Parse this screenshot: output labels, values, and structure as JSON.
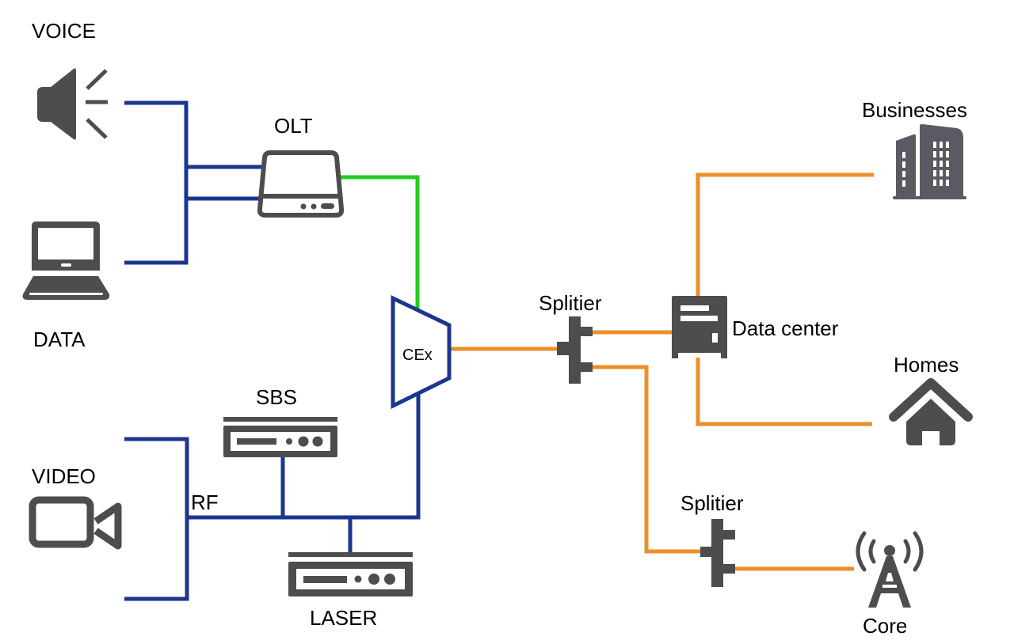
{
  "diagram": {
    "title": "",
    "nodes": {
      "voice": {
        "label": "VOICE",
        "icon": "speaker-icon"
      },
      "data": {
        "label": "DATA",
        "icon": "laptop-icon"
      },
      "video": {
        "label": "VIDEO",
        "icon": "video-camera-icon"
      },
      "olt": {
        "label": "OLT",
        "icon": "olt-device-icon"
      },
      "sbs": {
        "label": "SBS",
        "icon": "rack-unit-icon"
      },
      "laser": {
        "label": "LASER",
        "icon": "rack-unit-icon"
      },
      "rf": {
        "label": "RF"
      },
      "cex": {
        "label": "CEx",
        "icon": "trapezoid-combiner"
      },
      "splitter1": {
        "label": "Splitier",
        "icon": "splitter-icon"
      },
      "splitter2": {
        "label": "Splitier",
        "icon": "splitter-icon"
      },
      "datacenter": {
        "label": "Data center",
        "icon": "server-cabinet-icon"
      },
      "businesses": {
        "label": "Businesses",
        "icon": "buildings-icon"
      },
      "homes": {
        "label": "Homes",
        "icon": "house-icon"
      },
      "core": {
        "label": "Core",
        "icon": "radio-tower-icon"
      }
    },
    "link_colors": {
      "electrical": "#1c3590",
      "olt_to_cex": "#22cc22",
      "fiber": "#ec8f2b"
    },
    "edges": [
      {
        "from": "VOICE",
        "to": "OLT",
        "type": "electrical"
      },
      {
        "from": "DATA",
        "to": "OLT",
        "type": "electrical"
      },
      {
        "from": "OLT",
        "to": "CEx",
        "type": "olt_to_cex"
      },
      {
        "from": "VIDEO",
        "to": "RF",
        "type": "electrical"
      },
      {
        "from": "RF",
        "to": "SBS",
        "type": "electrical"
      },
      {
        "from": "RF",
        "to": "LASER",
        "type": "electrical"
      },
      {
        "from": "RF",
        "to": "CEx",
        "type": "electrical"
      },
      {
        "from": "CEx",
        "to": "Splitier",
        "type": "fiber"
      },
      {
        "from": "Splitier",
        "to": "Data center",
        "type": "fiber"
      },
      {
        "from": "Splitier",
        "to": "Splitier (2)",
        "type": "fiber"
      },
      {
        "from": "Data center",
        "to": "Businesses",
        "type": "fiber"
      },
      {
        "from": "Data center",
        "to": "Homes",
        "type": "fiber"
      },
      {
        "from": "Splitier (2)",
        "to": "Core",
        "type": "fiber"
      }
    ]
  }
}
